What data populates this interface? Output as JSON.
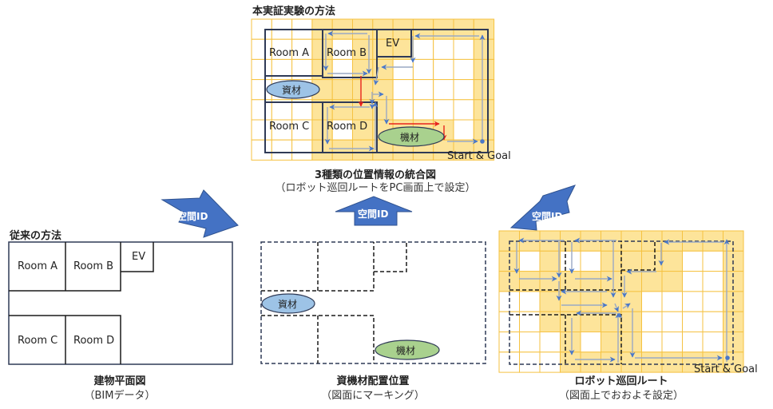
{
  "top": {
    "heading": "本実証実験の方法",
    "caption": "3種類の位置情報の統合図",
    "subcaption": "（ロボット巡回ルートをPC画面上で設定）",
    "rooms": [
      "Room A",
      "Room B",
      "EV",
      "Room C",
      "Room D"
    ],
    "materials_label": "資材",
    "equipment_label": "機材",
    "start_goal": "Start & Goal"
  },
  "left": {
    "heading": "従来の方法",
    "caption": "建物平面図",
    "subcaption": "（BIMデータ）",
    "rooms": [
      "Room A",
      "Room B",
      "EV",
      "Room C",
      "Room D"
    ]
  },
  "middle": {
    "caption": "資機材配置位置",
    "subcaption": "（図面にマーキング）",
    "materials_label": "資材",
    "equipment_label": "機材"
  },
  "right": {
    "caption": "ロボット巡回ルート",
    "subcaption": "（図面上でおおよそ設定）",
    "start_goal": "Start & Goal"
  },
  "arrows": {
    "left_label": "空間ID",
    "middle_label": "空間ID",
    "right_label": "空間ID"
  },
  "colors": {
    "grid_fill": "#fde49a",
    "grid_line": "#f5c242",
    "wall": "#2f3a56",
    "route_arrow": "#4a78c8",
    "route_line": "#9aa9c4",
    "red_arrow": "#e8231c",
    "arrow_blue": "#4472c4",
    "materials_fill": "#9dc3e6",
    "equipment_fill": "#a9d18e"
  }
}
